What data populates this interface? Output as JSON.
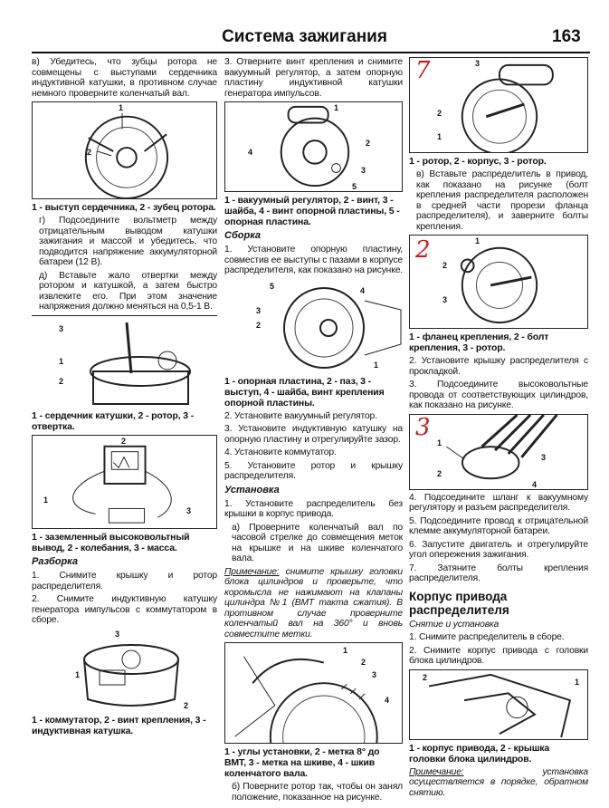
{
  "header": {
    "title": "Система зажигания",
    "page_number": "163"
  },
  "col1": {
    "p_v": "в) Убедитесь, что зубцы ротора не совмещены с выступами сердечника индуктивной катушки, в противном случае немного проверните коленчатый вал.",
    "fig1": {
      "labels": [
        "1",
        "2"
      ],
      "caption": "1 - выступ сердечника, 2 - зубец ротора."
    },
    "p_g": "г) Подсоедините вольтметр между отрицательным выводом катушки зажигания и массой и убедитесь, что подводится напряжение аккумуляторной батареи (12 В).",
    "p_d": "д) Вставьте жало отвертки между ротором и катушкой, а затем быстро извлеките его. При этом значение напряжения должно меняться на 0,5-1 В.",
    "fig2": {
      "labels": [
        "3",
        "1",
        "2"
      ],
      "caption": "1 - сердечник катушки, 2 - ротор, 3 - отвертка."
    },
    "fig3": {
      "labels": [
        "2",
        "1",
        "3"
      ],
      "caption": "1 - заземленный высоковольтный вывод, 2 - колебания, 3 - масса."
    },
    "sub_razborka": "Разборка",
    "p_r1": "1. Снимите крышку и ротор распределителя.",
    "p_r2": "2. Снимите индуктивную катушку генератора импульсов с коммутатором в сборе.",
    "fig4": {
      "labels": [
        "3",
        "1",
        "2"
      ],
      "caption": "1 - коммутатор, 2 - винт крепления, 3 - индуктивная катушка."
    }
  },
  "col2": {
    "p_3": "3. Отверните винт крепления и снимите вакуумный регулятор, а затем опорную пластину индуктивной катушки генератора импульсов.",
    "fig5": {
      "labels": [
        "1",
        "2",
        "4",
        "3",
        "5"
      ],
      "caption": "1 - вакуумный регулятор, 2 - винт, 3 - шайба, 4 - винт опорной пластины, 5 - опорная пластина."
    },
    "sub_sborka": "Сборка",
    "p_s1": "1. Установите опорную пластину, совместив ее выступы с пазами в корпусе распределителя, как показано на рисунке.",
    "fig6": {
      "labels": [
        "5",
        "4",
        "3",
        "2",
        "1"
      ],
      "caption": "1 - опорная пластина, 2 - паз, 3 - выступ, 4 - шайба, винт крепления опорной пластины."
    },
    "p_s2": "2. Установите вакуумный регулятор.",
    "p_s3": "3. Установите индуктивную катушку на опорную пластину и отрегулируйте зазор.",
    "p_s4": "4. Установите коммутатор.",
    "p_s5": "5. Установите ротор и крышку распределителя.",
    "sub_ustanovka": "Установка",
    "p_u1": "1. Установите распределитель без крышки в корпус привода.",
    "p_ua": "а) Проверните коленчатый вал по часовой стрелке до совмещения меток на крышке и на шкиве коленчатого вала.",
    "note_label": "Примечание:",
    "note_text": " снимите крышку головки блока цилиндров и проверьте, что коромысла не нажимают на клапаны цилиндра №1 (ВМТ такта сжатия). В противном случае проверните коленчатый вал на 360° и вновь совместите метки.",
    "fig7": {
      "labels": [
        "1",
        "2",
        "3",
        "4"
      ],
      "caption": "1 - углы установки, 2 - метка 8° до ВМТ, 3 - метка на шкиве, 4 - шкив коленчатого вала."
    },
    "p_ub": "б) Поверните ротор так, чтобы он занял положение, показанное на рисунке."
  },
  "col3": {
    "fig8": {
      "marker": "7",
      "labels": [
        "3",
        "2",
        "1"
      ],
      "caption": "1 - ротор, 2 - корпус, 3 - ротор."
    },
    "p_v": "в) Вставьте распределитель в привод, как показано на рисунке (болт крепления распределителя расположен в средней части прорези фланца распределителя), и заверните болты крепления.",
    "fig9": {
      "marker": "2",
      "labels": [
        "1",
        "2",
        "3"
      ],
      "caption": "1 - фланец крепления, 2 - болт крепления, 3 - ротор."
    },
    "p_2": "2. Установите крышку распределителя с прокладкой.",
    "p_3": "3. Подсоедините высоковольтные провода от соответствующих цилиндров, как показано на рисунке.",
    "fig10": {
      "marker": "3",
      "labels": [
        "1",
        "3",
        "2",
        "4"
      ]
    },
    "p_4": "4. Подсоедините шланг к вакуумному регулятору и разъем распределителя.",
    "p_5": "5. Подсоедините провод к отрицательной клемме аккумуляторной батареи.",
    "p_6": "6. Запустите двигатель и отрегулируйте угол опережения зажигания.",
    "p_7": "7. Затяните болты крепления распределителя.",
    "heading": "Корпус привода распределителя",
    "sub": "Снятие и установка",
    "p_sn1": "1. Снимите распределитель в сборе.",
    "p_sn2": "2. Снимите корпус привода с головки блока цилиндров.",
    "fig11": {
      "labels": [
        "2",
        "1"
      ],
      "caption": "1 - корпус привода, 2 - крышка головки блока цилиндров."
    },
    "note_label": "Примечание:",
    "note_text": " установка осуществляется в порядке, обратном снятию."
  },
  "colors": {
    "marker": "#d01818",
    "ink": "#111111"
  }
}
